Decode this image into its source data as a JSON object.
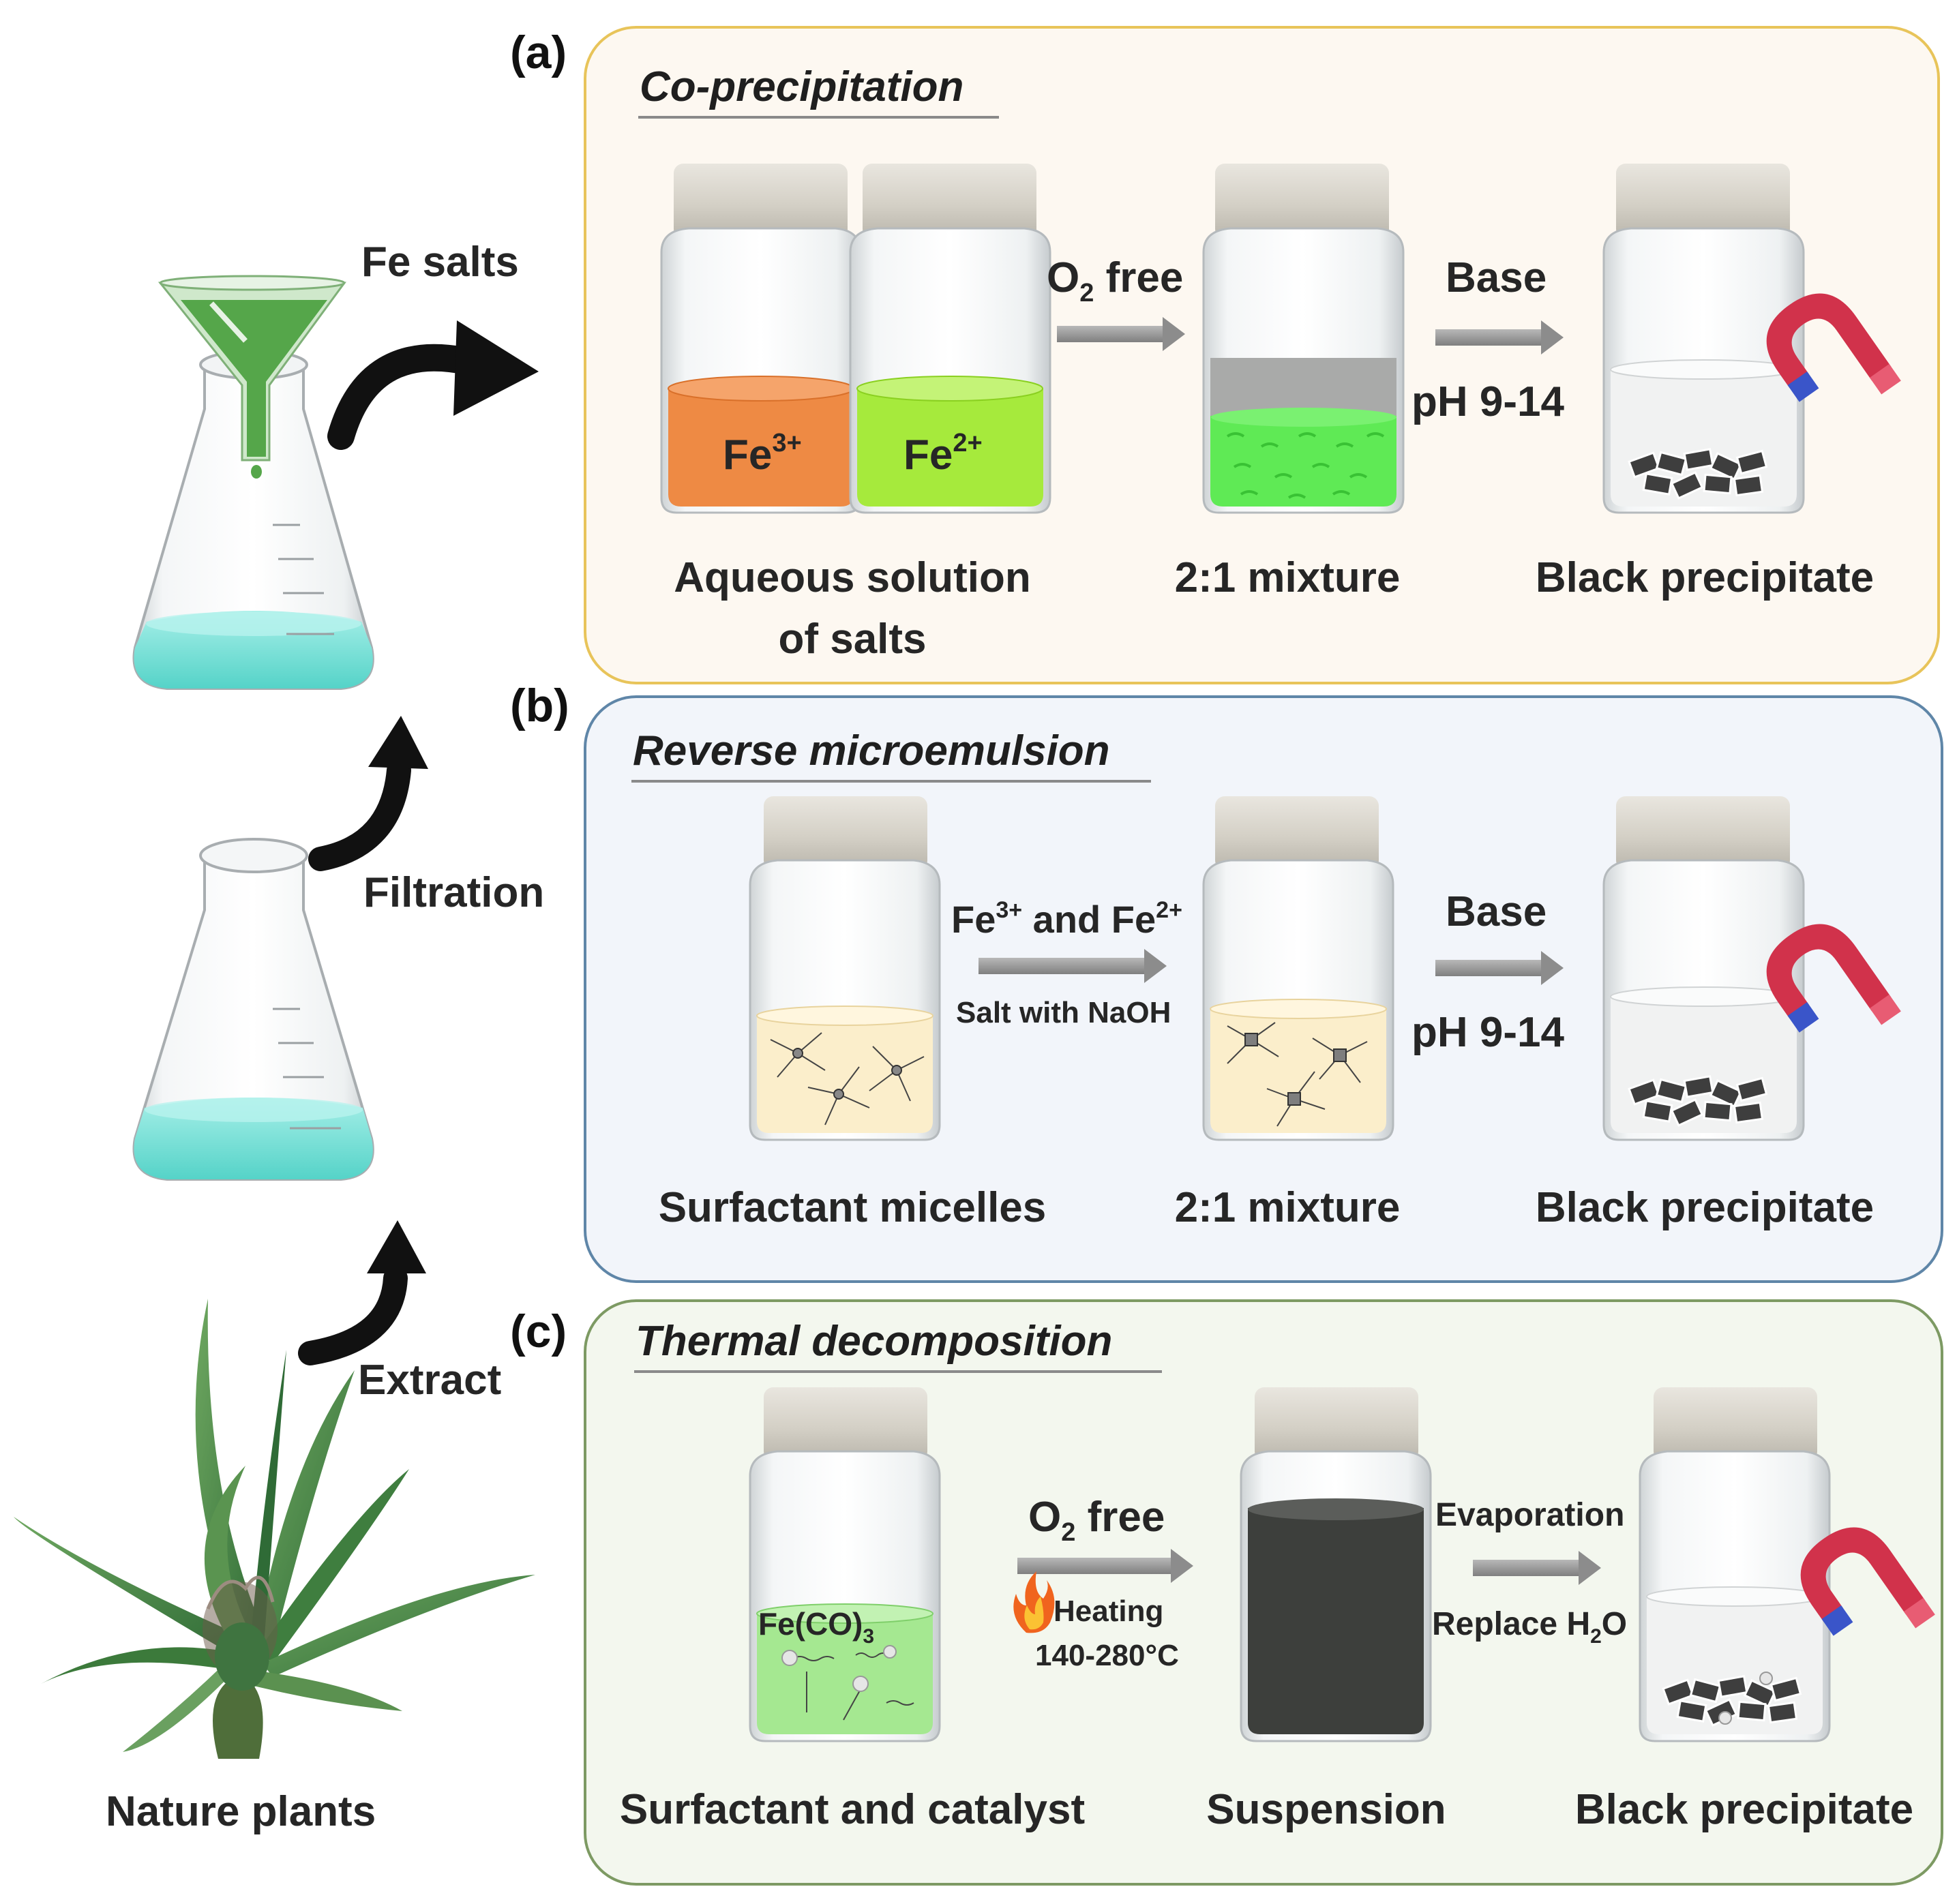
{
  "colors": {
    "panel_a_border": "#e8c45a",
    "panel_a_fill": "#fdf8f1",
    "panel_b_border": "#5f86a8",
    "panel_b_fill": "#f2f5fa",
    "panel_c_border": "#7d9a63",
    "panel_c_fill": "#f3f7ee",
    "fe3_solution": "#ee8a44",
    "fe2_solution": "#a6ea3c",
    "green_mixture": "#5fea55",
    "micelle_solution": "#fbeecb",
    "suspension": "#3d3f3c",
    "flask_liquid": "#76e3da",
    "funnel": "#55a64a",
    "magnet_red": "#d1324b",
    "magnet_blue": "#3a55c9",
    "arrow_gray": "#9a9a9a"
  },
  "left": {
    "fe_salts": "Fe salts",
    "filtration": "Filtration",
    "extract": "Extract",
    "nature_plants": "Nature plants"
  },
  "panel_a": {
    "letter": "(a)",
    "title": "Co-precipitation",
    "fe3_base": "Fe",
    "fe3_sup": "3+",
    "fe2_base": "Fe",
    "fe2_sup": "2+",
    "arrow1_o": "O",
    "arrow1_sub": "2",
    "arrow1_rest": " free",
    "arrow2_top": "Base",
    "arrow2_bottom": "pH 9-14",
    "caption1_line1": "Aqueous solution",
    "caption1_line2": "of salts",
    "caption2": "2:1 mixture",
    "caption3": "Black precipitate"
  },
  "panel_b": {
    "letter": "(b)",
    "title": "Reverse microemulsion",
    "arrow1_fe": "Fe",
    "arrow1_sup1": "3+",
    "arrow1_mid": " and Fe",
    "arrow1_sup2": "2+",
    "arrow1_bottom": "Salt with NaOH",
    "arrow2_top": "Base",
    "arrow2_bottom": "pH 9-14",
    "caption1": "Surfactant micelles",
    "caption2": "2:1 mixture",
    "caption3": "Black precipitate"
  },
  "panel_c": {
    "letter": "(c)",
    "title": "Thermal decomposition",
    "jar_label_base": "Fe(CO)",
    "jar_label_sub": "3",
    "arrow1_o": "O",
    "arrow1_sub": "2",
    "arrow1_rest": " free",
    "heating": "Heating",
    "temp_range": "140-280",
    "temp_unit": "°C",
    "arrow2_top": "Evaporation",
    "arrow2_bottom_base": "Replace H",
    "arrow2_bottom_sub": "2",
    "arrow2_bottom_rest": "O",
    "caption1": "Surfactant and catalyst",
    "caption2": "Suspension",
    "caption3": "Black precipitate"
  }
}
